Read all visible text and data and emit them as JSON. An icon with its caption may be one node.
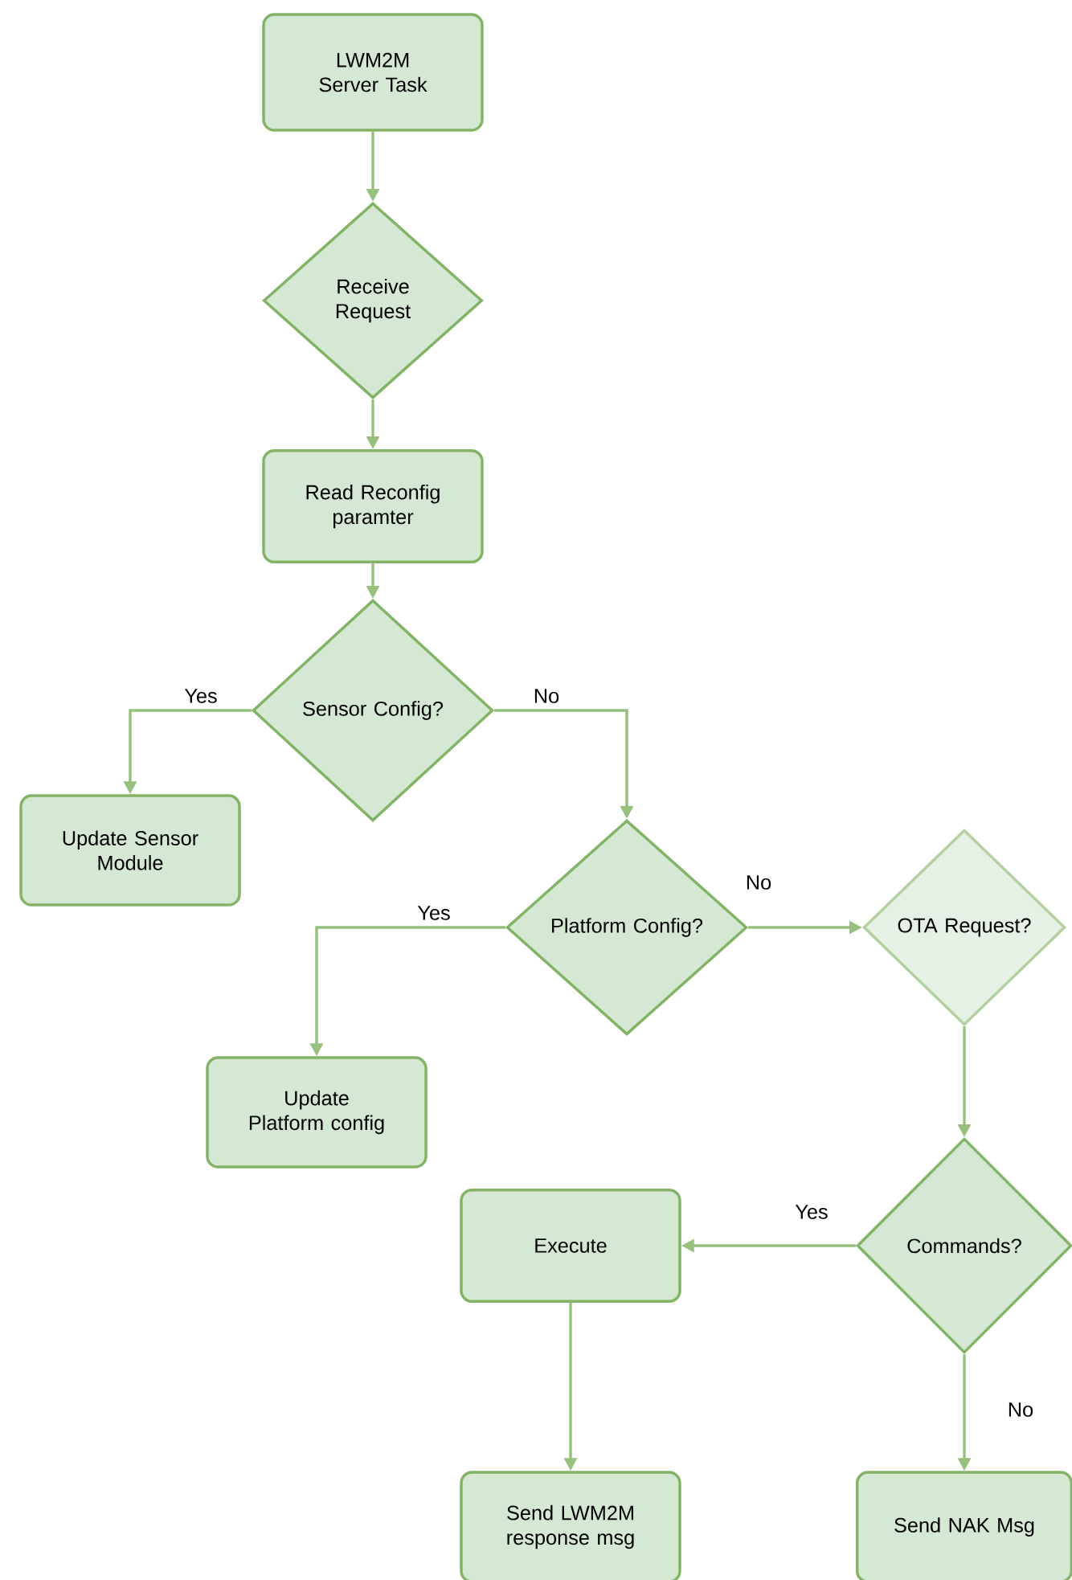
{
  "diagram": {
    "nodes": [
      {
        "text": [
          "LWM2M Server Task"
        ]
      },
      {
        "text": [
          "Receive Request"
        ]
      },
      {
        "text": [
          "Read Reconfig paramter"
        ]
      },
      {
        "text": [
          "Sensor Config?"
        ]
      },
      {
        "text": [
          "Update Sensor Module"
        ]
      },
      {
        "text": [
          "Platform Config?"
        ]
      },
      {
        "text": [
          "Update Platform config"
        ]
      },
      {
        "text": [
          "OTA Request?"
        ]
      },
      {
        "text": [
          "Commands?"
        ]
      },
      {
        "text": [
          "Execute"
        ]
      },
      {
        "text": [
          "Send LWM2M response msg"
        ]
      },
      {
        "text": [
          "Send NAK Msg"
        ]
      }
    ],
    "edges": [
      {
        "from": 0,
        "to": 1,
        "arrow": "to"
      },
      {
        "from": 1,
        "to": 2,
        "arrow": "to"
      },
      {
        "from": 2,
        "to": 3,
        "arrow": "to"
      },
      {
        "from": 3,
        "to": 4,
        "arrow": "to",
        "label": "Yes"
      },
      {
        "from": 3,
        "to": 5,
        "arrow": "to",
        "label": "No"
      },
      {
        "from": 5,
        "to": 6,
        "arrow": "to",
        "label": "Yes"
      },
      {
        "from": 5,
        "to": 7,
        "arrow": "to",
        "label": "No"
      },
      {
        "from": 7,
        "to": 8,
        "arrow": "to"
      },
      {
        "from": 8,
        "to": 9,
        "arrow": "to",
        "label": "Yes"
      },
      {
        "from": 9,
        "to": 10,
        "arrow": "to"
      },
      {
        "from": 8,
        "to": 11,
        "arrow": "to",
        "label": "No"
      }
    ]
  }
}
